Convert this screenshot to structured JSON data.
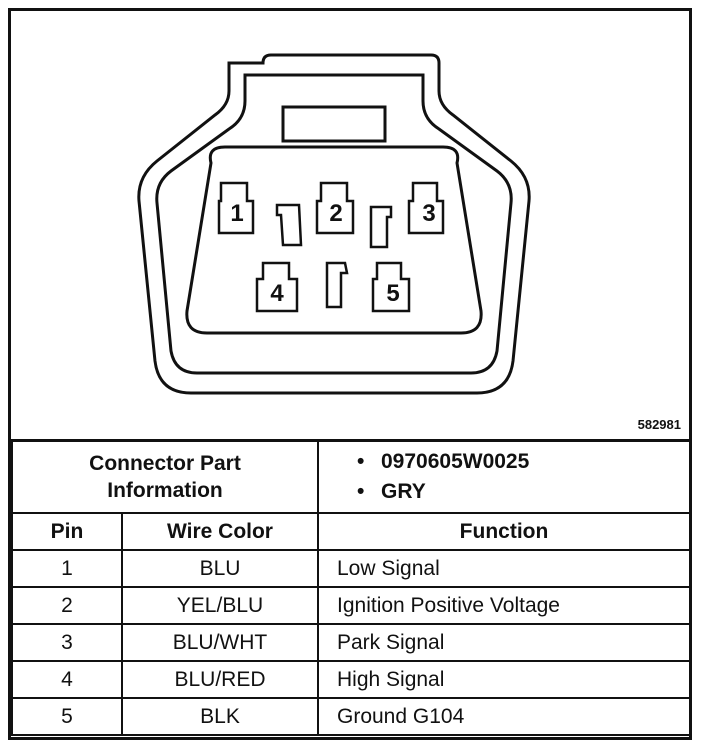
{
  "figure_id": "582981",
  "connector_info": {
    "label_line1": "Connector Part",
    "label_line2": "Information",
    "items": [
      "0970605W0025",
      "GRY"
    ],
    "bullet": "•"
  },
  "headers": {
    "pin": "Pin",
    "wire_color": "Wire Color",
    "function": "Function"
  },
  "rows": [
    {
      "pin": "1",
      "wire_color": "BLU",
      "function": "Low Signal"
    },
    {
      "pin": "2",
      "wire_color": "YEL/BLU",
      "function": "Ignition Positive Voltage"
    },
    {
      "pin": "3",
      "wire_color": "BLU/WHT",
      "function": "Park Signal"
    },
    {
      "pin": "4",
      "wire_color": "BLU/RED",
      "function": "High Signal"
    },
    {
      "pin": "5",
      "wire_color": "BLK",
      "function": "Ground G104"
    }
  ],
  "pin_labels": [
    "1",
    "2",
    "3",
    "4",
    "5"
  ]
}
